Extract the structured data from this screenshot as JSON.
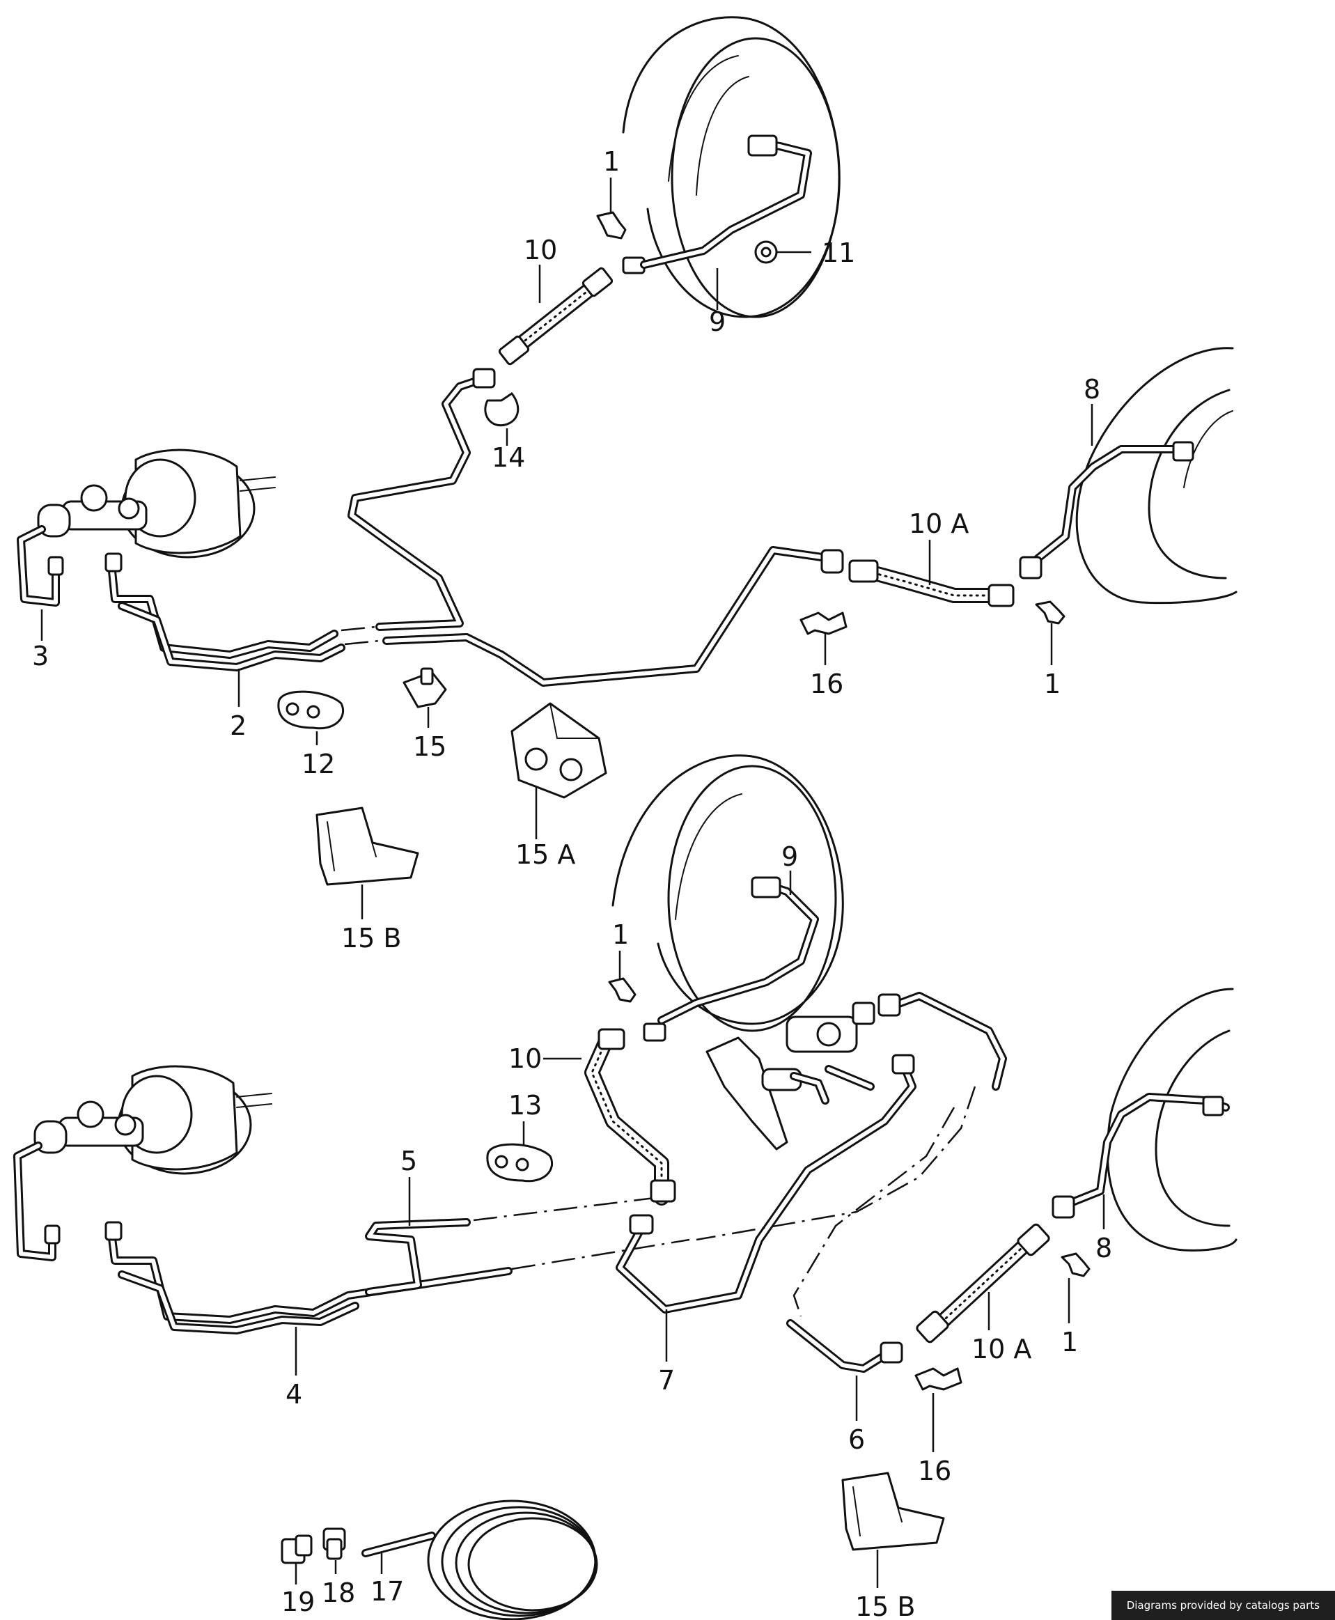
{
  "labels": [
    {
      "id": "l-1a",
      "text": "1"
    },
    {
      "id": "l-10a",
      "text": "10"
    },
    {
      "id": "l-11",
      "text": "11"
    },
    {
      "id": "l-9a",
      "text": "9"
    },
    {
      "id": "l-14",
      "text": "14"
    },
    {
      "id": "l-8a",
      "text": "8"
    },
    {
      "id": "l-10Aa",
      "text": "10 A"
    },
    {
      "id": "l-3",
      "text": "3"
    },
    {
      "id": "l-2",
      "text": "2"
    },
    {
      "id": "l-12",
      "text": "12"
    },
    {
      "id": "l-15",
      "text": "15"
    },
    {
      "id": "l-15A",
      "text": "15 A"
    },
    {
      "id": "l-16a",
      "text": "16"
    },
    {
      "id": "l-1b",
      "text": "1"
    },
    {
      "id": "l-15Ba",
      "text": "15 B"
    },
    {
      "id": "l-9b",
      "text": "9"
    },
    {
      "id": "l-1c",
      "text": "1"
    },
    {
      "id": "l-10b",
      "text": "10"
    },
    {
      "id": "l-13",
      "text": "13"
    },
    {
      "id": "l-5",
      "text": "5"
    },
    {
      "id": "l-4",
      "text": "4"
    },
    {
      "id": "l-7",
      "text": "7"
    },
    {
      "id": "l-8b",
      "text": "8"
    },
    {
      "id": "l-10Ab",
      "text": "10 A"
    },
    {
      "id": "l-1d",
      "text": "1"
    },
    {
      "id": "l-6",
      "text": "6"
    },
    {
      "id": "l-16b",
      "text": "16"
    },
    {
      "id": "l-19",
      "text": "19"
    },
    {
      "id": "l-18",
      "text": "18"
    },
    {
      "id": "l-17",
      "text": "17"
    },
    {
      "id": "l-15Bb",
      "text": "15 B"
    }
  ],
  "credit": "Diagrams provided by catalogs parts"
}
